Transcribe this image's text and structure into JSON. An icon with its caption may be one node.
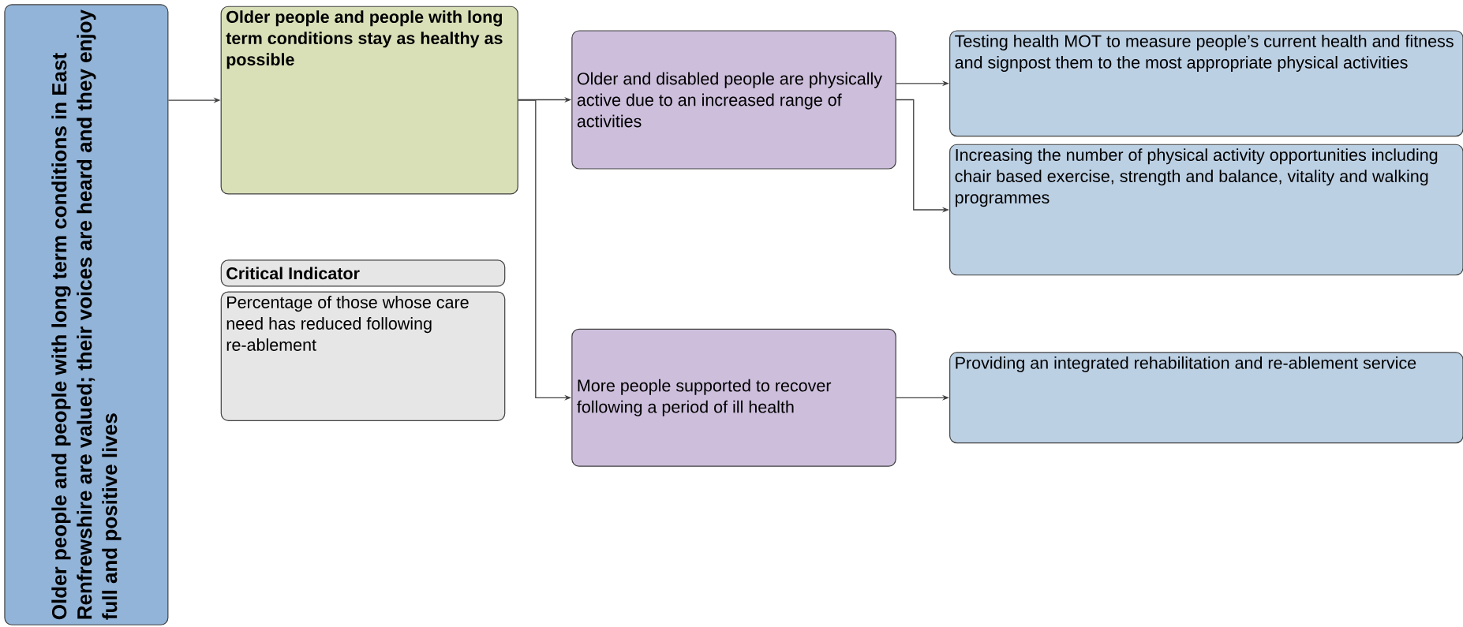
{
  "diagram": {
    "nodes": [
      {
        "text": [
          "Older people and people with long term conditions in East Renfrewshire are valued; their voices are heard and they enjoy full and positive lives"
        ]
      },
      {
        "text": [
          "Older people and people with long term conditions stay as healthy as possible"
        ]
      },
      {
        "text": [
          "Critical Indicator"
        ]
      },
      {
        "text": [
          "Percentage of those whose care need has reduced following re-ablement"
        ]
      },
      {
        "text": [
          "Older and disabled people are physically active due to an increased range of activities"
        ]
      },
      {
        "text": [
          "Testing health MOT to measure people’s current health and fitness and signpost them to the most appropriate physical activities"
        ]
      },
      {
        "text": [
          "Increasing the number of physical activity opportunities including chair based exercise, strength and balance, vitality and walking programmes"
        ]
      },
      {
        "text": [
          "More people supported to recover following a period of ill health"
        ]
      },
      {
        "text": [
          "Providing an integrated rehabilitation and re-ablement service"
        ]
      }
    ],
    "edges": [
      {
        "from": 0,
        "to": 1,
        "arrow": "to"
      },
      {
        "from": 1,
        "to": 4,
        "arrow": "to"
      },
      {
        "from": 1,
        "to": 7,
        "arrow": "to"
      },
      {
        "from": 4,
        "to": 5,
        "arrow": "to"
      },
      {
        "from": 4,
        "to": 6,
        "arrow": "to"
      },
      {
        "from": 7,
        "to": 8,
        "arrow": "to"
      }
    ]
  }
}
